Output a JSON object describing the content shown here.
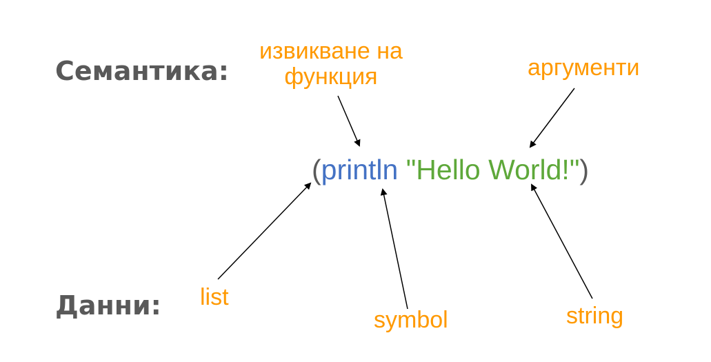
{
  "headings": {
    "semantics": "Семантика:",
    "data": "Данни:"
  },
  "annotations": {
    "function_call_line1": "извикване на",
    "function_call_line2": "функция",
    "arguments": "аргументи",
    "list": "list",
    "symbol": "symbol",
    "string": "string"
  },
  "code": {
    "open_paren": "(",
    "fn_name": "println",
    "space": " ",
    "arg": "\"Hello World!\"",
    "close_paren": ")"
  },
  "colors": {
    "heading": "#595959",
    "annotation": "#ff9900",
    "symbol": "#4472c4",
    "string": "#5ea83a",
    "paren": "#595959",
    "arrow": "#000000"
  }
}
